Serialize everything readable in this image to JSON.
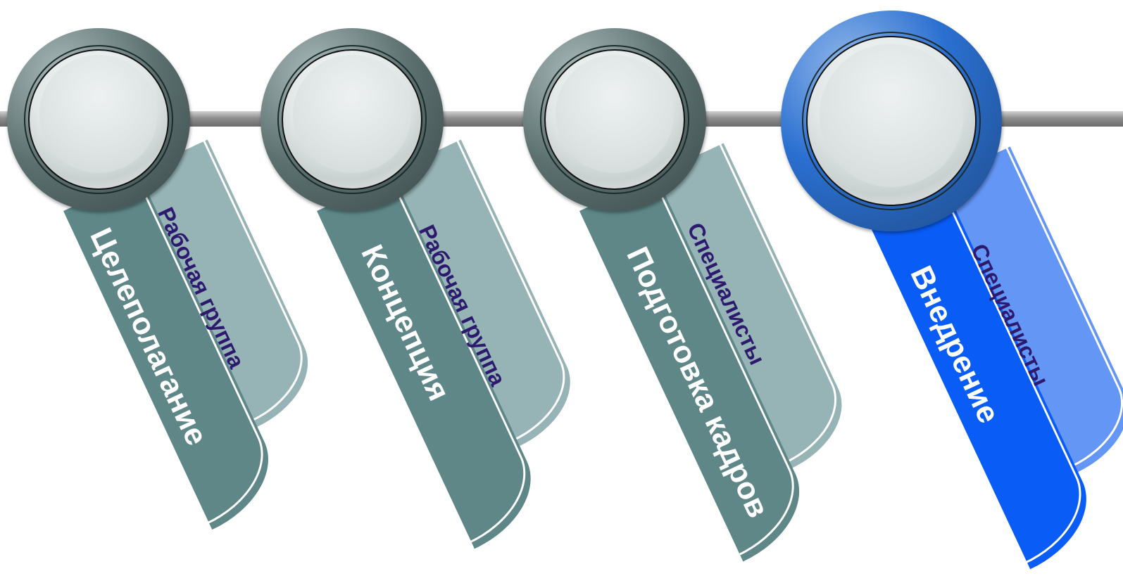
{
  "colors": {
    "gray_main": "#5f8787",
    "gray_light": "#96b3b5",
    "gray_ring": "#5c7070",
    "blue_main": "#0a5cf7",
    "blue_light": "#6396f5",
    "blue_ring": "#2a6fd0",
    "sub_text": "#2d1a6e",
    "main_text": "#ffffff"
  },
  "steps": [
    {
      "title": "Целеполагание",
      "owner": "Рабочая группа",
      "active": false
    },
    {
      "title": "Концепция",
      "owner": "Рабочая группа",
      "active": false
    },
    {
      "title": "Подготовка кадров",
      "owner": "Специалисты",
      "active": false
    },
    {
      "title": "Внедрение",
      "owner": "Специалисты",
      "active": true
    }
  ]
}
